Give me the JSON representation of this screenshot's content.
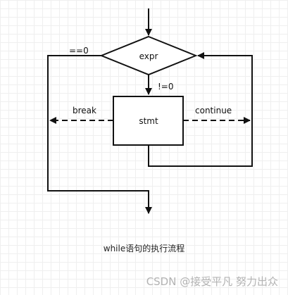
{
  "diagram": {
    "decision_label": "expr",
    "process_label": "stmt",
    "false_branch_label": "==0",
    "true_branch_label": "!=0",
    "break_label": "break",
    "continue_label": "continue"
  },
  "caption": "while语句的执行流程",
  "watermark": "CSDN @接受平凡 努力出众"
}
